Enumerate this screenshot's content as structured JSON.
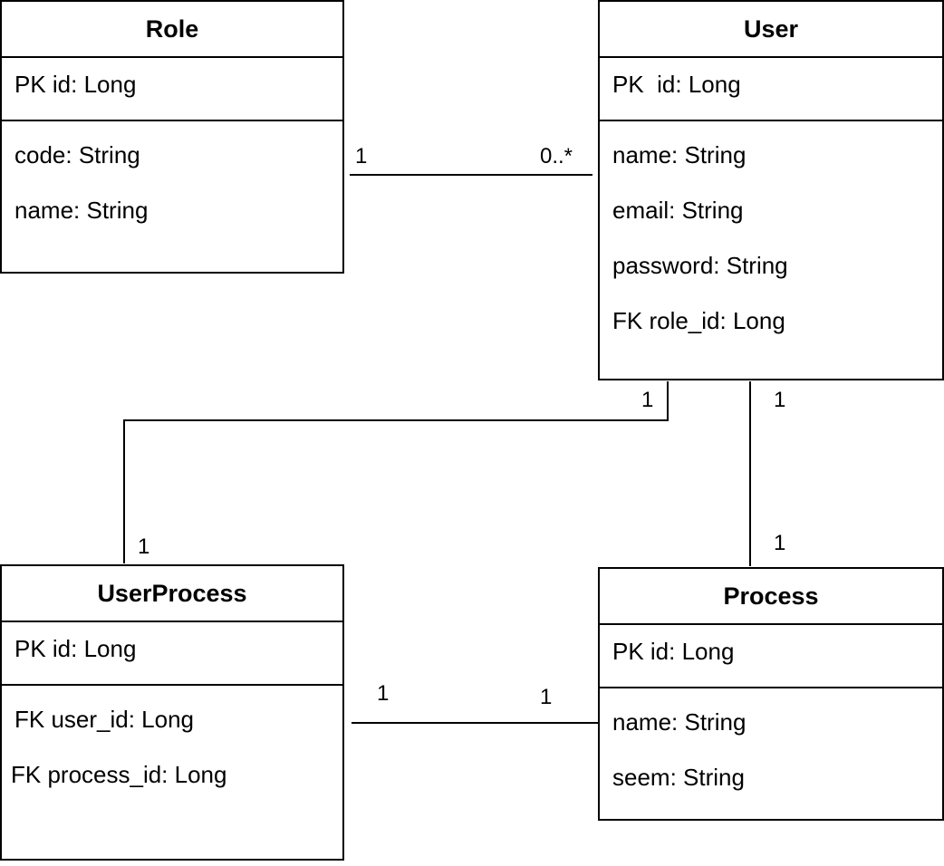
{
  "entities": {
    "role": {
      "title": "Role",
      "pk": "PK id: Long",
      "fields": [
        "code: String",
        "name: String"
      ]
    },
    "user": {
      "title": "User",
      "pk": "PK  id: Long",
      "fields": [
        "name: String",
        "email: String",
        "password: String",
        "FK role_id: Long"
      ]
    },
    "userprocess": {
      "title": "UserProcess",
      "pk": "PK id: Long",
      "fields": [
        "FK user_id: Long",
        "FK process_id: Long"
      ]
    },
    "process": {
      "title": "Process",
      "pk": "PK id: Long",
      "fields": [
        "name: String",
        "seem: String"
      ]
    }
  },
  "relations": {
    "role_user": {
      "from": "1",
      "to": "0..*"
    },
    "user_userprocess": {
      "from": "1",
      "to": "1"
    },
    "user_process": {
      "from": "1",
      "to": "1"
    },
    "userprocess_process": {
      "from": "1",
      "to": "1"
    }
  }
}
